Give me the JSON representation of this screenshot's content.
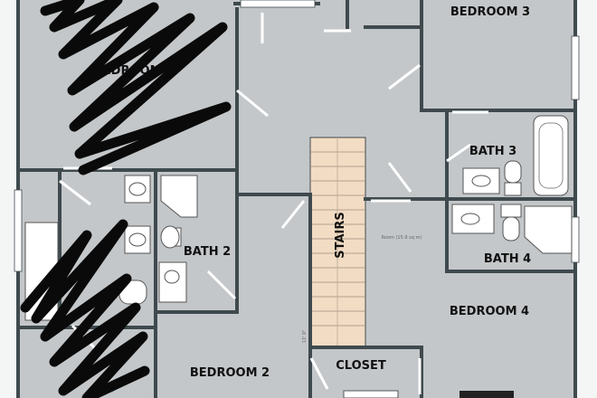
{
  "plan": {
    "rooms": {
      "bedroom1": "BEDROOM 1",
      "bedroom2": "BEDROOM 2",
      "bedroom3": "BEDROOM 3",
      "bedroom4": "BEDROOM 4",
      "bath2": "BATH 2",
      "bath3": "BATH 3",
      "bath4": "BATH 4",
      "closet": "CLOSET",
      "stairs": "STAIRS"
    },
    "small_text": {
      "room_area": "Room (15.9 sq m)",
      "stair_note": "13' 0\""
    }
  },
  "colors": {
    "floor": "#c4c7c9",
    "wall": "#3f4a4e",
    "stairs": "#f3dcc4",
    "fixture": "#ffffff",
    "scribble": "#0a0a0a"
  }
}
